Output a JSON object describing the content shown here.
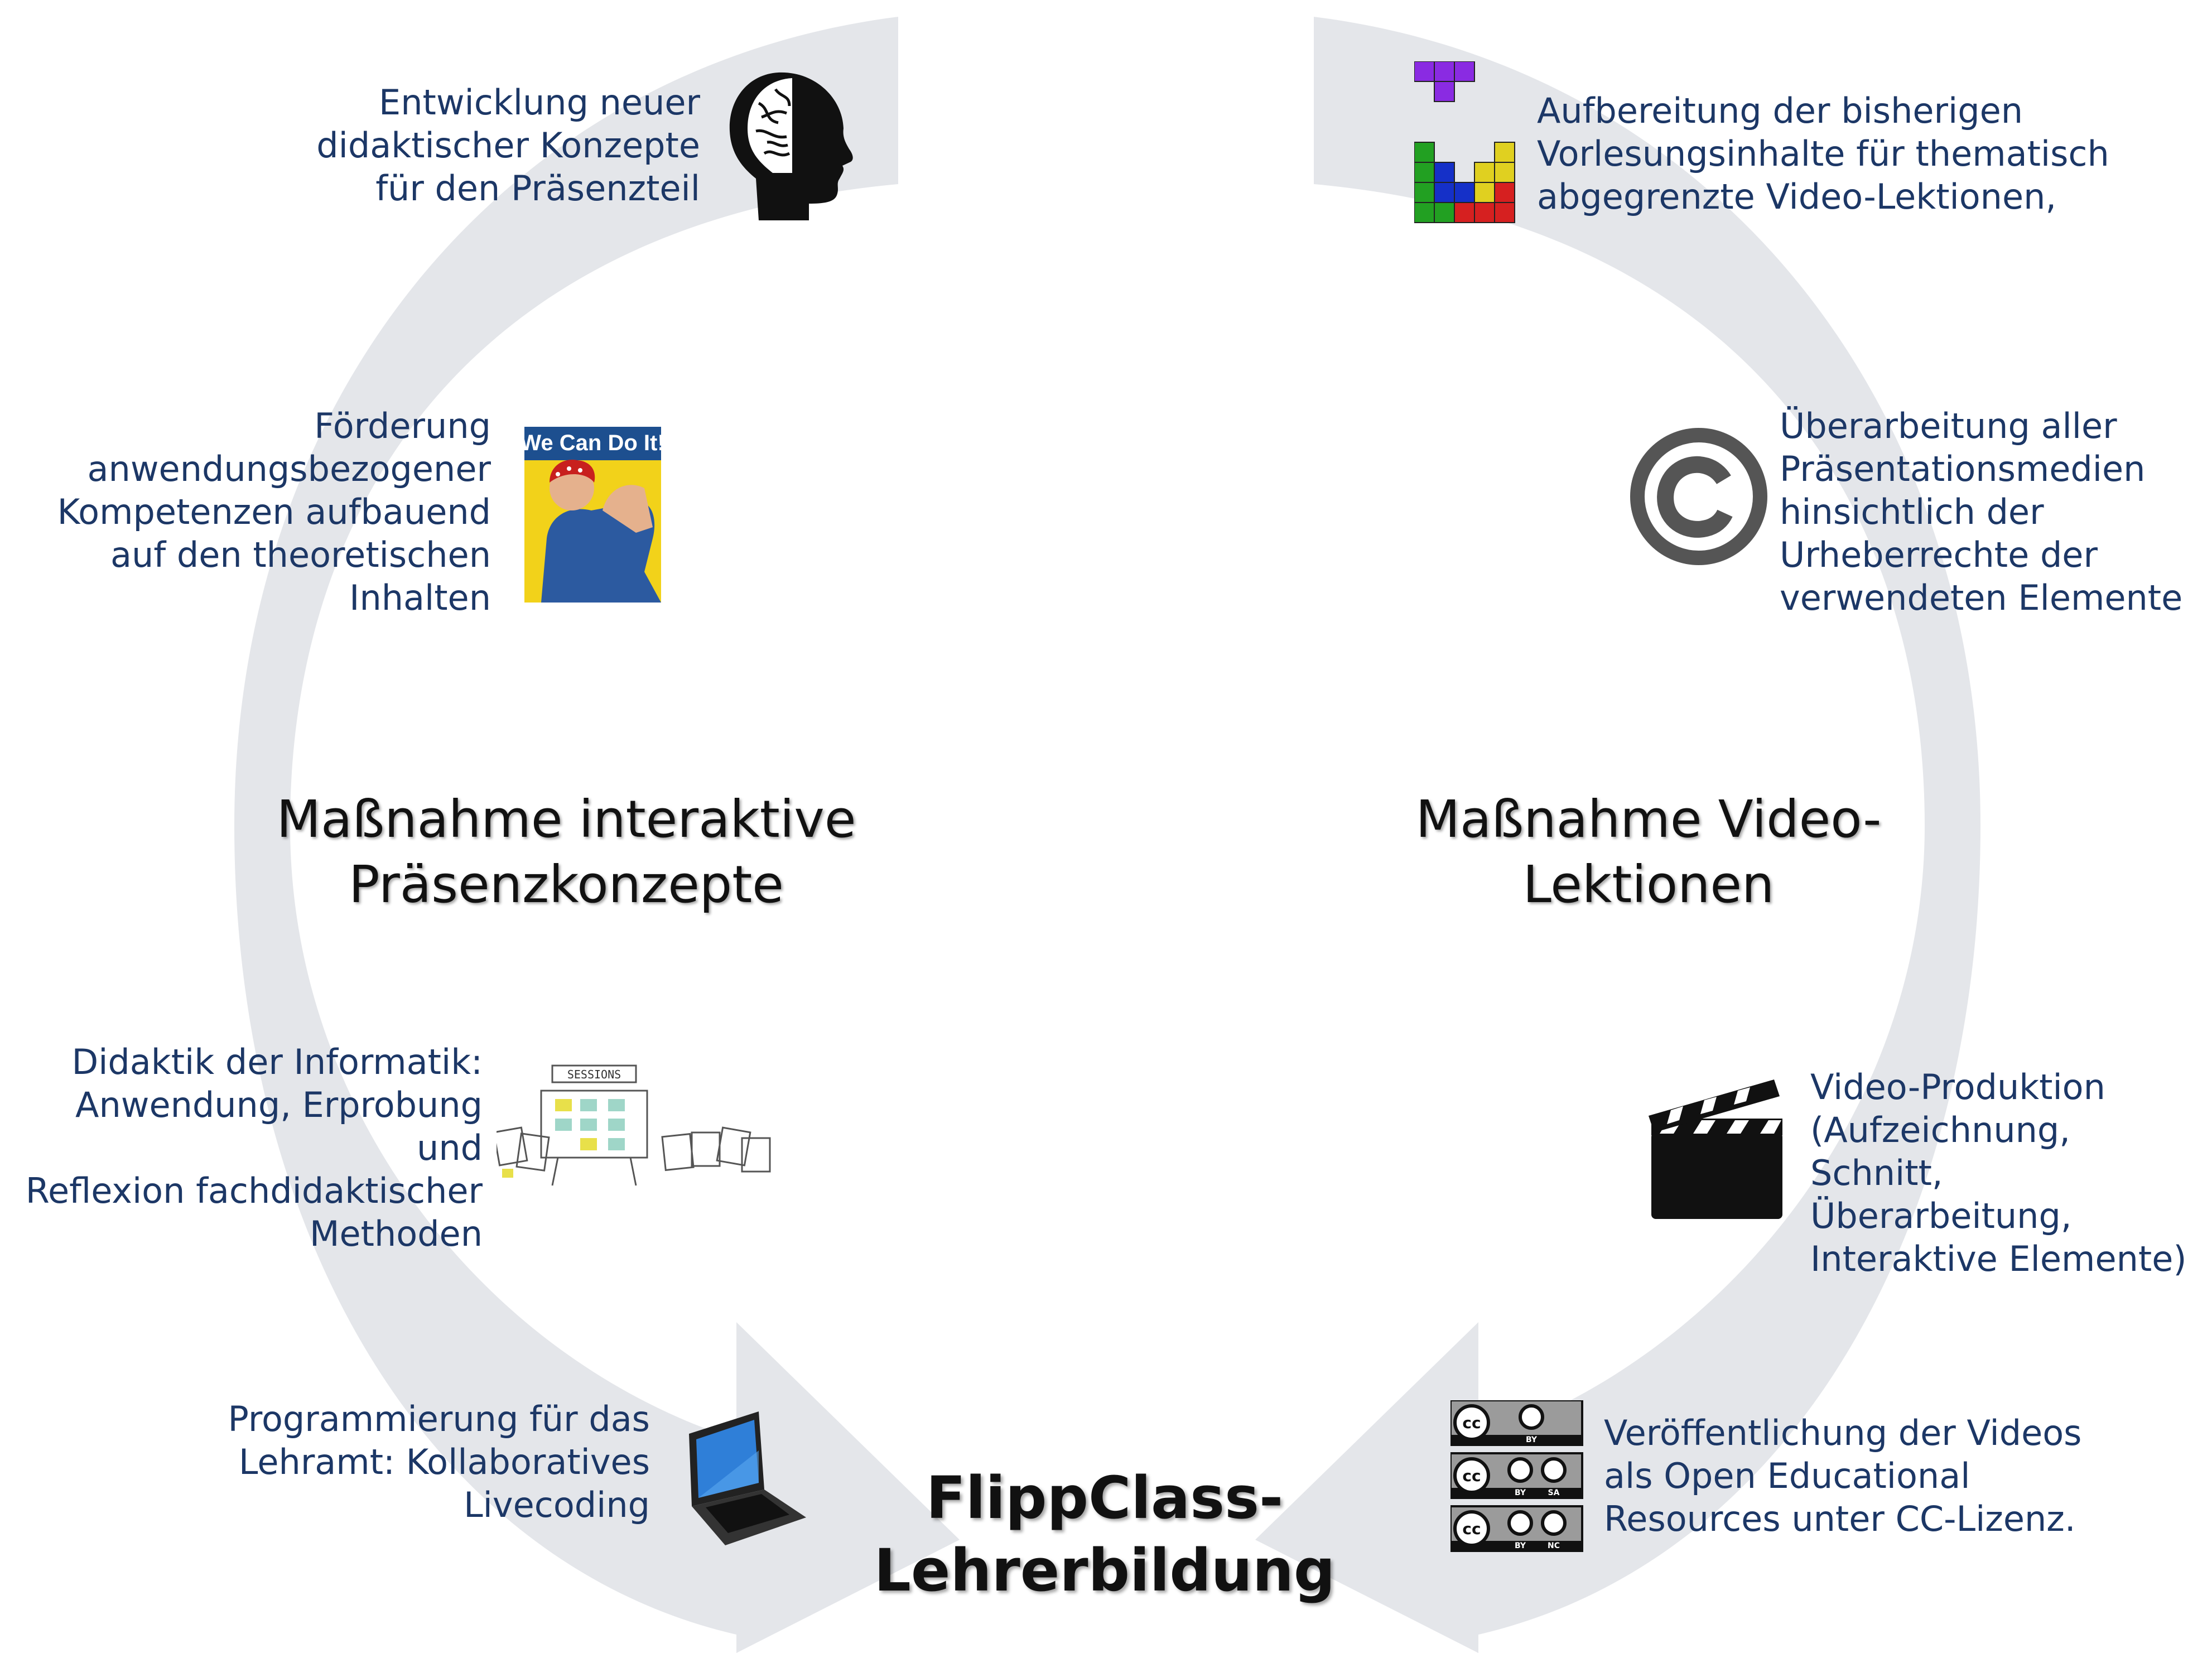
{
  "center": {
    "title": "FlippClass-\nLehrerbildung"
  },
  "measures": {
    "left": "Maßnahme interaktive\nPräsenzkonzepte",
    "right": "Maßnahme Video-\nLektionen"
  },
  "items": {
    "concepts": "Entwicklung neuer\ndidaktischer Konzepte\nfür den Präsenzteil",
    "competence": "Förderung\nanwendungsbezogener\nKompetenzen aufbauend\nauf den theoretischen\nInhalten",
    "didactics": "Didaktik der Informatik:\nAnwendung, Erprobung und\nReflexion fachdidaktischer\nMethoden",
    "programming": "Programmierung für das\nLehramt: Kollaboratives\nLivecoding",
    "preparation": "Aufbereitung der bisherigen\nVorlesungsinhalte für thematisch\nabgegrenzte Video-Lektionen,",
    "copyright": "Überarbeitung aller\nPräsentationsmedien\nhinsichtlich der\nUrheberrechte der\nverwendeten Elemente",
    "production": "Video-Produktion\n(Aufzeichnung, Schnitt,\nÜberarbeitung,\nInteraktive Elemente)",
    "publication": "Veröffentlichung der Videos\nals Open Educational\nResources unter CC-Lizenz."
  },
  "icon_labels": {
    "poster": "We Can Do It!",
    "sessions": "SESSIONS",
    "cc_by": "BY",
    "cc_sa": "SA",
    "cc_nc": "NC"
  },
  "colors": {
    "text": "#1c3766",
    "cycle_arrow": "#e4e6ea"
  }
}
